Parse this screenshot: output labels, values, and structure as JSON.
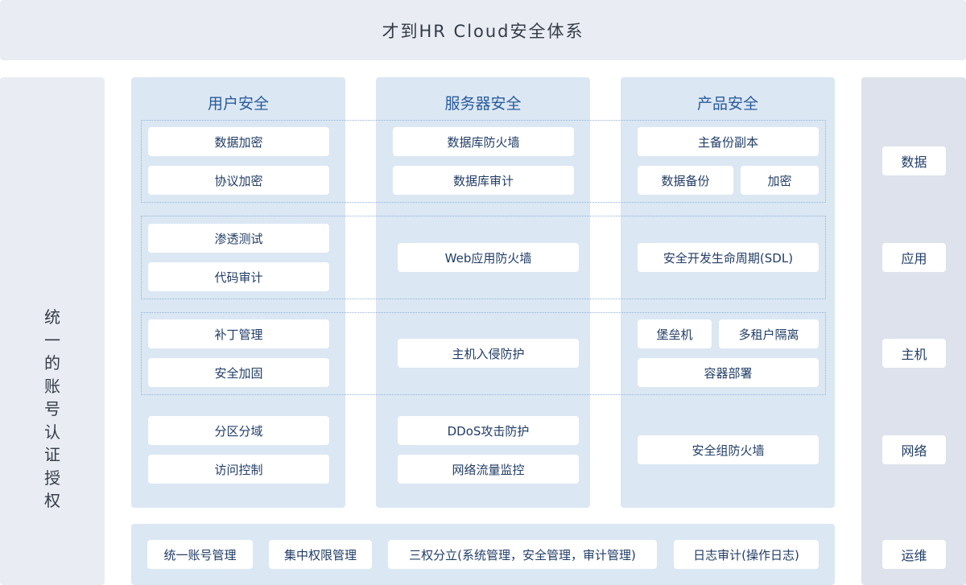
{
  "title": "才到HR Cloud安全体系",
  "left_label": [
    "统",
    "一",
    "的",
    "账",
    "号",
    "认",
    "证",
    "授",
    "权"
  ],
  "columns": {
    "user": {
      "title": "用户安全",
      "items": [
        "数据加密",
        "协议加密",
        "渗透测试",
        "代码审计",
        "补丁管理",
        "安全加固",
        "分区分域",
        "访问控制"
      ]
    },
    "server": {
      "title": "服务器安全",
      "items": [
        "数据库防火墙",
        "数据库审计",
        "Web应用防火墙",
        "主机入侵防护",
        "DDoS攻击防护",
        "网络流量监控"
      ]
    },
    "product": {
      "title": "产品安全",
      "items": [
        "主备份副本",
        "数据备份",
        "加密",
        "安全开发生命周期(SDL)",
        "堡垒机",
        "多租户隔离",
        "容器部署",
        "安全组防火墙"
      ]
    }
  },
  "layers": [
    "数据",
    "应用",
    "主机",
    "网络",
    "运维"
  ],
  "bottom_items": [
    "统一账号管理",
    "集中权限管理",
    "三权分立(系统管理，安全管理，审计管理)",
    "日志审计(操作日志)"
  ]
}
